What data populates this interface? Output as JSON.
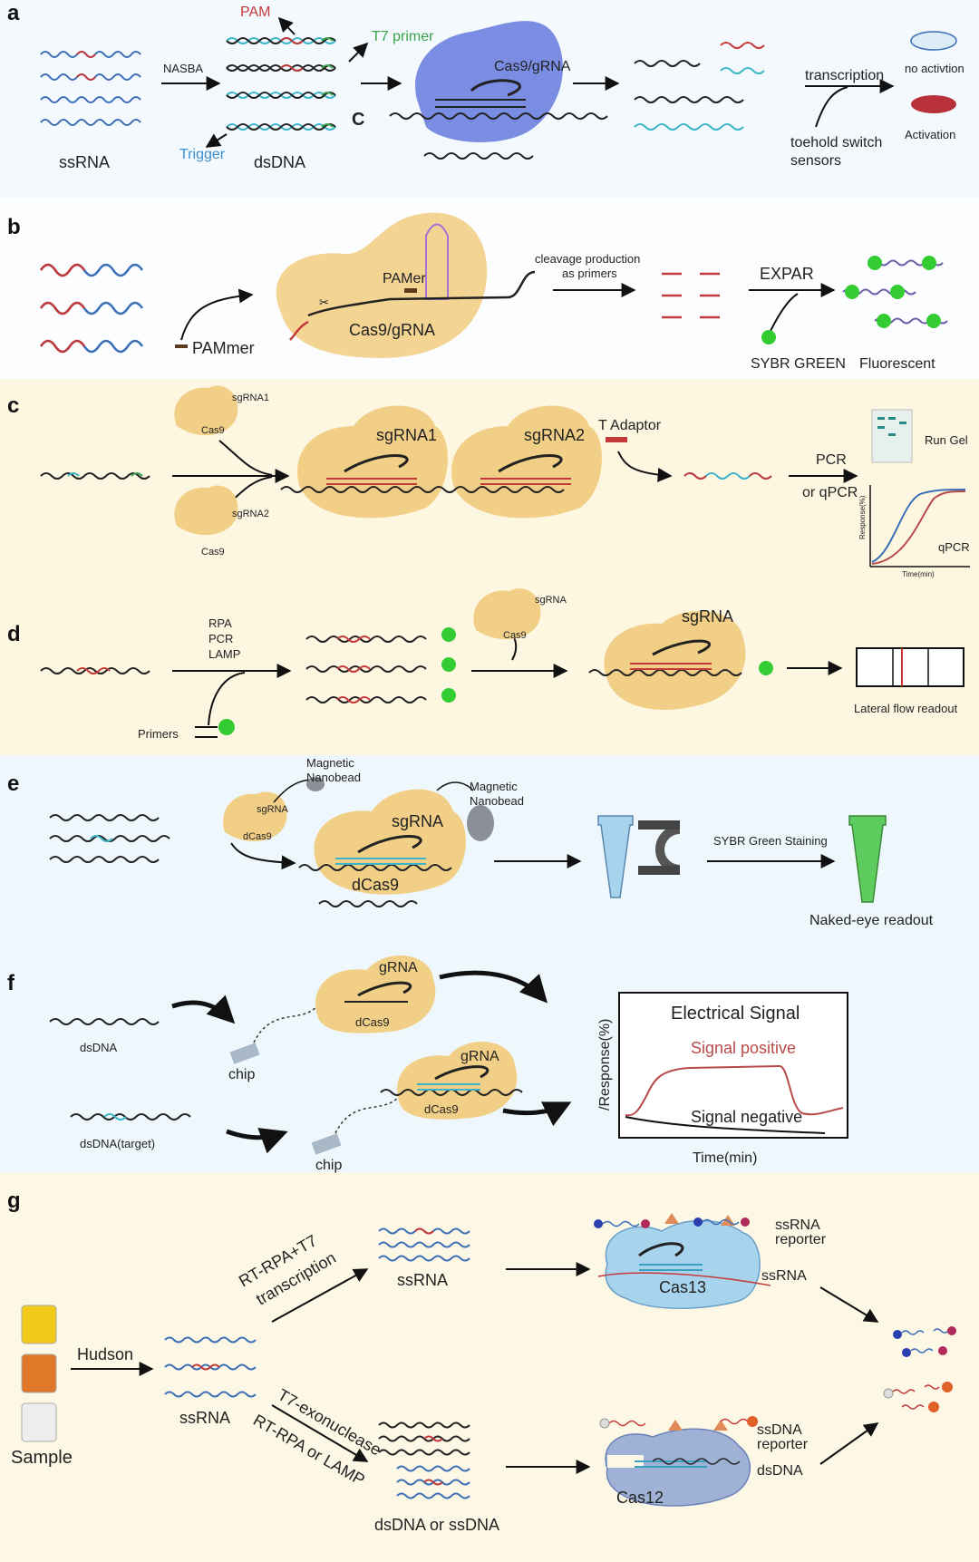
{
  "panels": {
    "a": {
      "letter": "a",
      "ssrna": "ssRNA",
      "nasba": "NASBA",
      "pam": "PAM",
      "t7_primer": "T7 primer",
      "trigger": "Trigger",
      "dsdna": "dsDNA",
      "c": "C",
      "cas9_grna": "Cas9/gRNA",
      "transcription": "transcription",
      "no_activation": "no activtion",
      "activation": "Activation",
      "toehold": "toehold switch",
      "sensors": "sensors"
    },
    "b": {
      "letter": "b",
      "pamer": "PAMer",
      "pammer": "PAMmer",
      "cas9_grna": "Cas9/gRNA",
      "cleavage_1": "cleavage production",
      "cleavage_2": "as primers",
      "expar": "EXPAR",
      "sybr": "SYBR GREEN",
      "fluorescent": "Fluorescent"
    },
    "c": {
      "letter": "c",
      "sgrna1_small": "sgRNA1",
      "cas9_1": "Cas9",
      "sgrna2_small": "sgRNA2",
      "cas9_2": "Cas9",
      "sgrna1": "sgRNA1",
      "sgrna2": "sgRNA2",
      "t_adaptor": "T Adaptor",
      "pcr": "PCR",
      "or_qpcr": "or qPCR",
      "run_gel": "Run Gel",
      "qpcr": "qPCR",
      "y_axis": "Response(%)",
      "x_axis": "Time(min)"
    },
    "d": {
      "letter": "d",
      "rpa": "RPA",
      "pcr": "PCR",
      "lamp": "LAMP",
      "primers": "Primers",
      "sgrna_small": "sgRNA",
      "cas9": "Cas9",
      "sgrna": "sgRNA",
      "lateral": "Lateral flow readout"
    },
    "e": {
      "letter": "e",
      "magnetic_1": "Magnetic",
      "nanobead_1": "Nanobead",
      "sgrna_small": "sgRNA",
      "dcas9_small": "dCas9",
      "magnetic_2": "Magnetic",
      "nanobead_2": "Nanobead",
      "sgrna": "sgRNA",
      "dcas9": "dCas9",
      "sybr_staining": "SYBR Green Staining",
      "naked_eye": "Naked-eye readout"
    },
    "f": {
      "letter": "f",
      "dsdna": "dsDNA",
      "chip_1": "chip",
      "grna_1": "gRNA",
      "dcas9_1": "dCas9",
      "dsdna_target": "dsDNA(target)",
      "chip_2": "chip",
      "grna_2": "gRNA",
      "dcas9_2": "dCas9",
      "electrical": "Electrical Signal",
      "signal_positive": "Signal positive",
      "signal_negative": "Signal negative",
      "y_axis": "/Response(%)",
      "x_axis": "Time(min)"
    },
    "g": {
      "letter": "g",
      "sample": "Sample",
      "hudson": "Hudson",
      "ssrna_center": "ssRNA",
      "rt_rpa_1": "RT-RPA+T7",
      "rt_rpa_2": "transcription",
      "ssrna_top": "ssRNA",
      "cas13": "Cas13",
      "ssrna_reporter_1": "ssRNA",
      "ssrna_reporter_2": "reporter",
      "ssrna_strand": "ssRNA",
      "t7_exo": "T7-exonuclease",
      "rt_rpa_lamp": "RT-RPA or LAMP",
      "dsdna_or": "dsDNA  or  ssDNA",
      "cas12": "Cas12",
      "ssdna_reporter_1": "ssDNA",
      "ssdna_reporter_2": "reporter",
      "dsdna_strand": "dsDNA"
    }
  },
  "colors": {
    "panel_a_bg": "#f3f9fd",
    "panel_b_bg": "#fbfdff",
    "panel_c_bg": "#fdf6e1",
    "panel_d_bg": "#fdf6e1",
    "panel_e_bg": "#eef7fb",
    "panel_f_bg": "#eef7fb",
    "panel_g_bg": "#fdf7e6",
    "cas_blob": "#f2cf87",
    "cas9_blue": "#6e7fe0",
    "cas13_blue": "#a8d3ec",
    "cas12_blue": "#9fb2d6",
    "strand_blue": "#3b6fb6",
    "strand_red": "#c43a3a",
    "strand_teal": "#3ab5c9",
    "strand_green": "#3aa44a",
    "fluor_green": "#33cc33",
    "signal_red": "#b84a4a"
  }
}
